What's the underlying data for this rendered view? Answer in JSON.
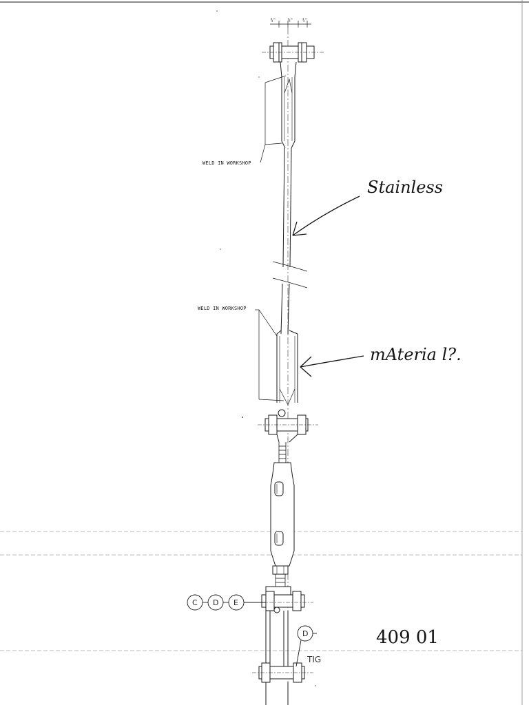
{
  "drawing": {
    "dimensions": {
      "left": "¾\"",
      "center": "⅝\"",
      "right": "¾\""
    },
    "labels": {
      "weld_upper": "WELD IN WORKSHOP",
      "weld_lower": "WELD IN WORKSHOP",
      "tig": "TIG"
    },
    "bubbles": [
      "C",
      "D",
      "E"
    ],
    "bubble_lower": "D",
    "annotations": {
      "stainless": "Stainless",
      "material": "mAteria l?.",
      "sheet_number": "409  01"
    },
    "line_color": "#1a1a1a"
  }
}
